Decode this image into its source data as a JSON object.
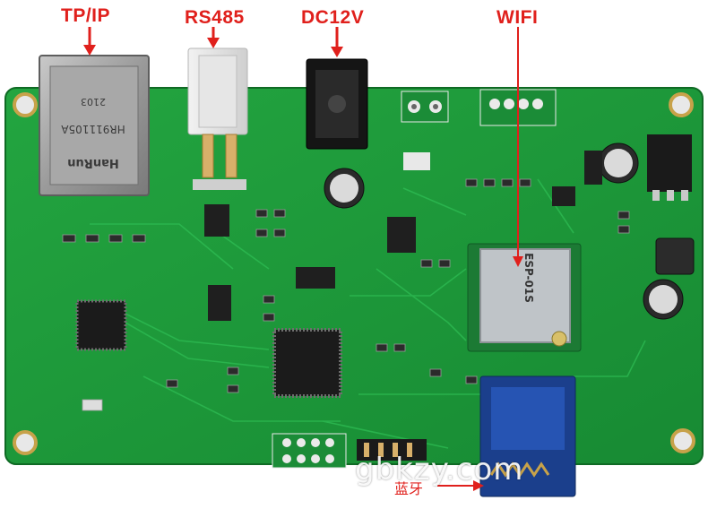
{
  "labels": {
    "tcpip": "TP/IP",
    "rs485": "RS485",
    "dc12v": "DC12V",
    "wifi": "WIFI",
    "bluetooth": "蓝牙"
  },
  "watermark": "gbkzy.com",
  "colors": {
    "board": "#1f9a3a",
    "board_dark": "#137a2b",
    "label_red": "#e0201c",
    "chip": "#1e1e1e",
    "module_blue": "#1b3f8c"
  }
}
